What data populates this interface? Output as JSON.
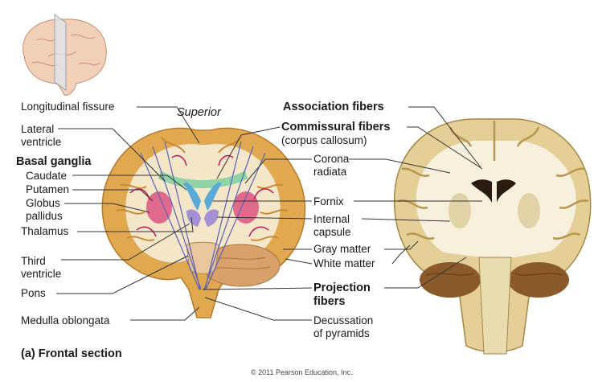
{
  "labels": {
    "longitudinal_fissure": "Longitudinal fissure",
    "superior": "Superior",
    "lateral_ventricle_1": "Lateral",
    "lateral_ventricle_2": "ventricle",
    "basal_ganglia": "Basal ganglia",
    "caudate": "Caudate",
    "putamen": "Putamen",
    "globus_pallidus_1": "Globus",
    "globus_pallidus_2": "pallidus",
    "thalamus": "Thalamus",
    "third_ventricle_1": "Third",
    "third_ventricle_2": "ventricle",
    "pons": "Pons",
    "medulla_oblongata": "Medulla oblongata",
    "association_fibers": "Association fibers",
    "commissural_fibers": "Commissural fibers",
    "corpus_callosum": "(corpus callosum)",
    "corona_radiata_1": "Corona",
    "corona_radiata_2": "radiata",
    "fornix": "Fornix",
    "internal_capsule_1": "Internal",
    "internal_capsule_2": "capsule",
    "gray_matter": "Gray matter",
    "white_matter": "White matter",
    "projection_fibers_1": "Projection",
    "projection_fibers_2": "fibers",
    "decussation_1": "Decussation",
    "decussation_2": "of pyramids"
  },
  "caption": "(a) Frontal section",
  "copyright": "© 2011 Pearson Education, Inc."
}
